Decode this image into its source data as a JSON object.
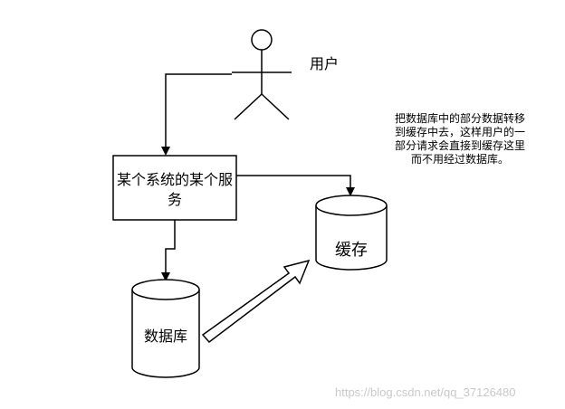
{
  "labels": {
    "user": "用户",
    "service": "某个系统的某个服务",
    "database": "数据库",
    "cache": "缓存"
  },
  "note": {
    "lines": [
      "把数据库中的部分数据转移",
      "到缓存中去，这样用户的一",
      "部分请求会直接到缓存这里",
      "而不用经过数据库。"
    ]
  },
  "watermark": "https://blog.csdn.net/qq_37126480",
  "colors": {
    "stroke": "#000000",
    "fill": "#ffffff",
    "watermark": "#c9c9c9"
  }
}
